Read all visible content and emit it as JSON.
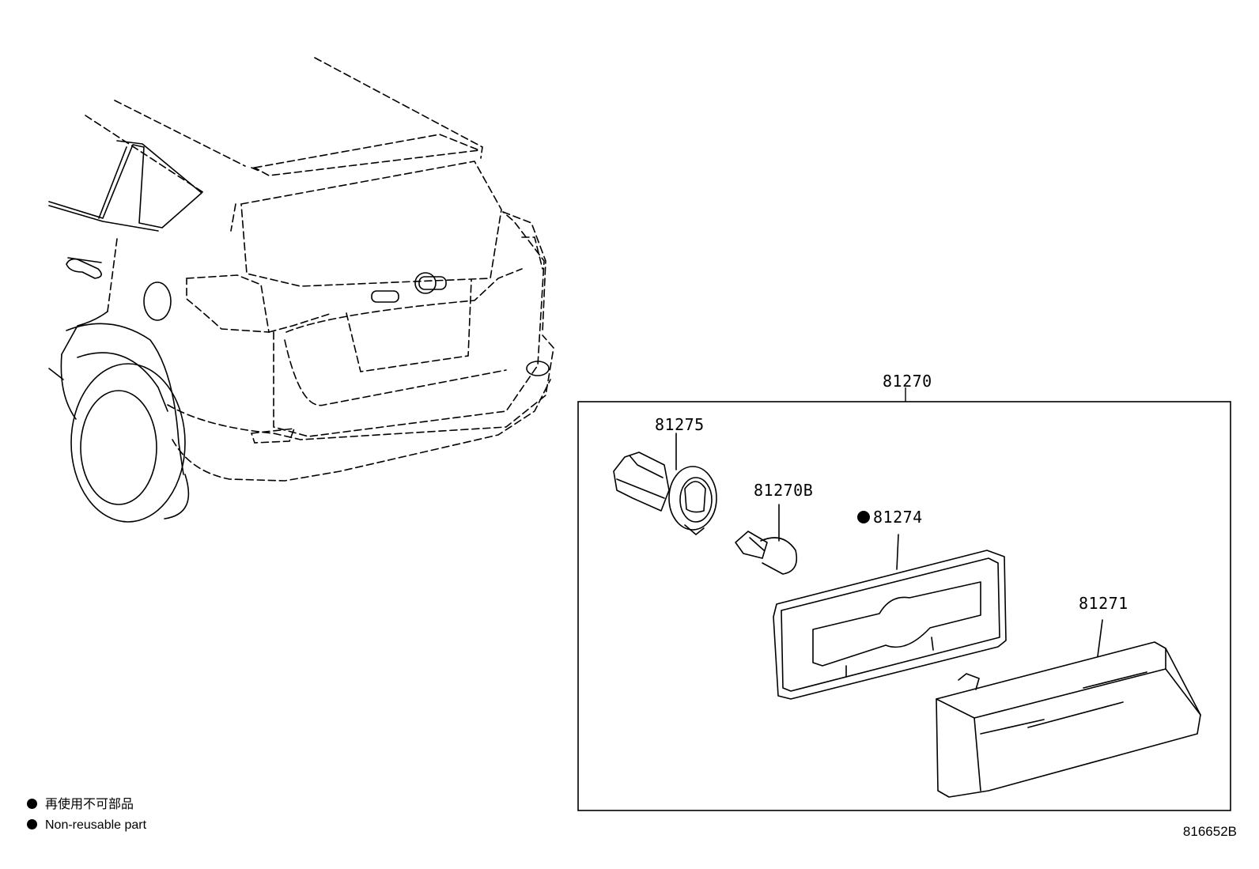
{
  "callouts": {
    "assembly": "81270",
    "socket": "81275",
    "bulb": "81270B",
    "gasket": "81274",
    "lens": "81271"
  },
  "legend": {
    "line_jp": "再使用不可部品",
    "line_en": "Non-reusable part"
  },
  "figure_id": "816652B"
}
